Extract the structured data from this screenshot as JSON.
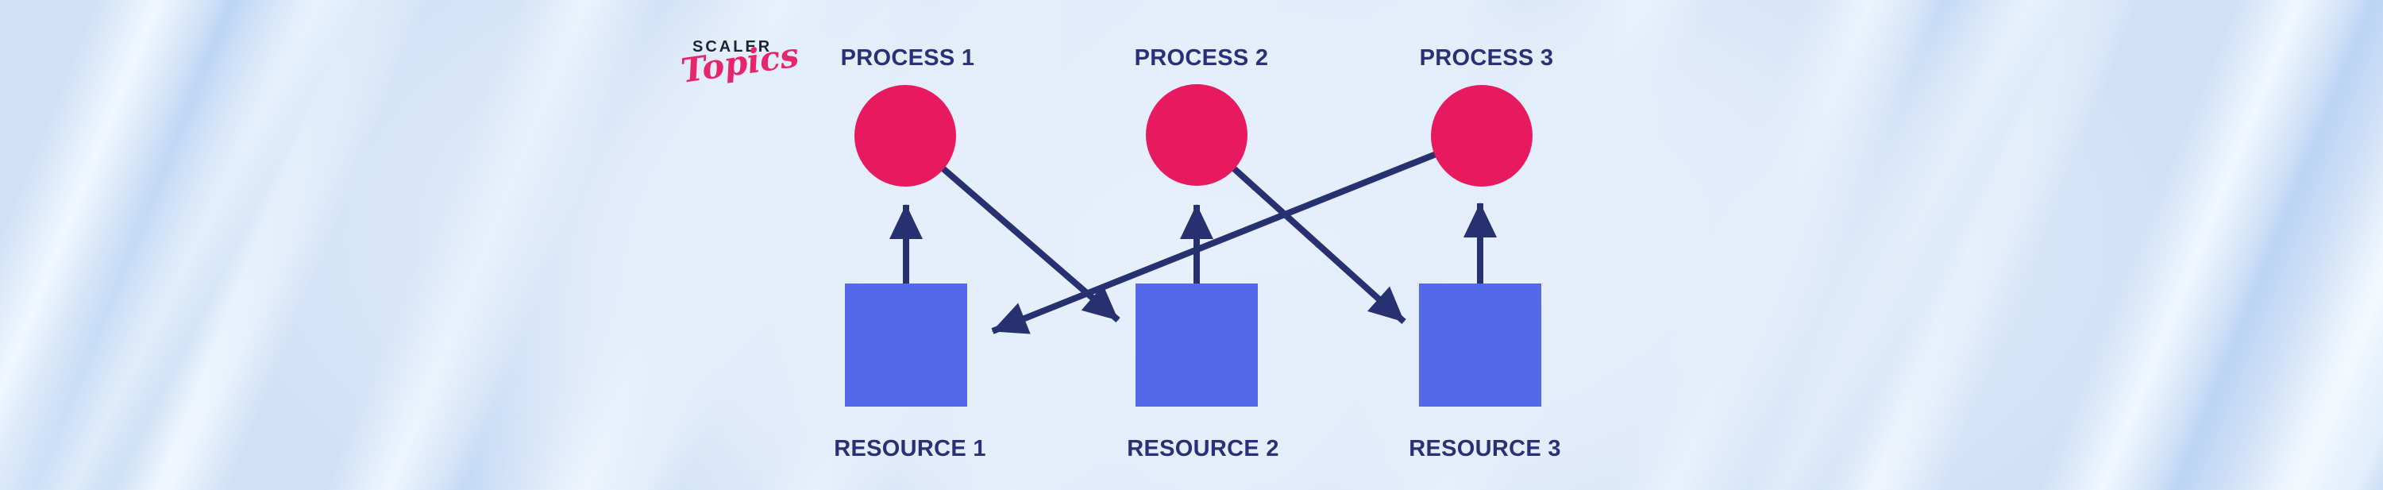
{
  "logo": {
    "brand": "SCALER",
    "subbrand": "Topics"
  },
  "labels": {
    "process_1": "PROCESS 1",
    "process_2": "PROCESS 2",
    "process_3": "PROCESS 3",
    "resource_1": "RESOURCE 1",
    "resource_2": "RESOURCE 2",
    "resource_3": "RESOURCE 3"
  },
  "diagram": {
    "type": "resource-allocation-graph",
    "nodes": {
      "processes": [
        "PROCESS 1",
        "PROCESS 2",
        "PROCESS 3"
      ],
      "resources": [
        "RESOURCE 1",
        "RESOURCE 2",
        "RESOURCE 3"
      ]
    },
    "edges": [
      {
        "from": "RESOURCE 1",
        "to": "PROCESS 1",
        "type": "assignment"
      },
      {
        "from": "RESOURCE 2",
        "to": "PROCESS 2",
        "type": "assignment"
      },
      {
        "from": "RESOURCE 3",
        "to": "PROCESS 3",
        "type": "assignment"
      },
      {
        "from": "PROCESS 1",
        "to": "RESOURCE 2",
        "type": "request"
      },
      {
        "from": "PROCESS 2",
        "to": "RESOURCE 3",
        "type": "request"
      },
      {
        "from": "PROCESS 3",
        "to": "RESOURCE 1",
        "type": "request"
      }
    ],
    "colors": {
      "background": "#cfe0f7",
      "background_center": "#e6effb",
      "process_node": "#e7195f",
      "resource_node": "#5668ea",
      "arrow": "#273170",
      "label_text": "#2a3076",
      "logo_dark": "#1b2433",
      "logo_pink": "#e6256b"
    }
  }
}
